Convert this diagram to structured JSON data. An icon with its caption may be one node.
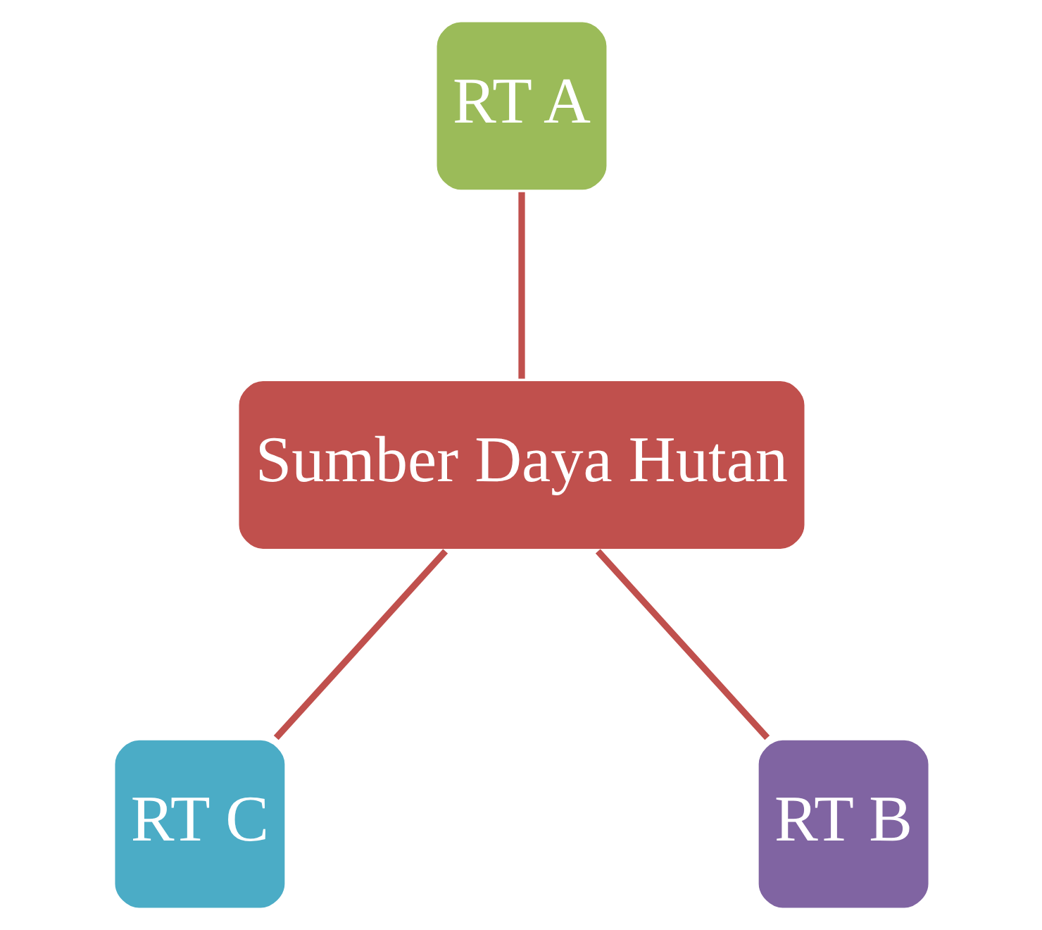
{
  "diagram": {
    "nodes": [
      {
        "text": [
          "RT A"
        ]
      },
      {
        "text": [
          "Sumber Daya Hutan"
        ]
      },
      {
        "text": [
          "RT C"
        ]
      },
      {
        "text": [
          "RT B"
        ]
      }
    ],
    "edges": [
      {
        "from": 0,
        "to": 1,
        "arrow": "none"
      },
      {
        "from": 1,
        "to": 2,
        "arrow": "none"
      },
      {
        "from": 1,
        "to": 3,
        "arrow": "none"
      }
    ]
  }
}
